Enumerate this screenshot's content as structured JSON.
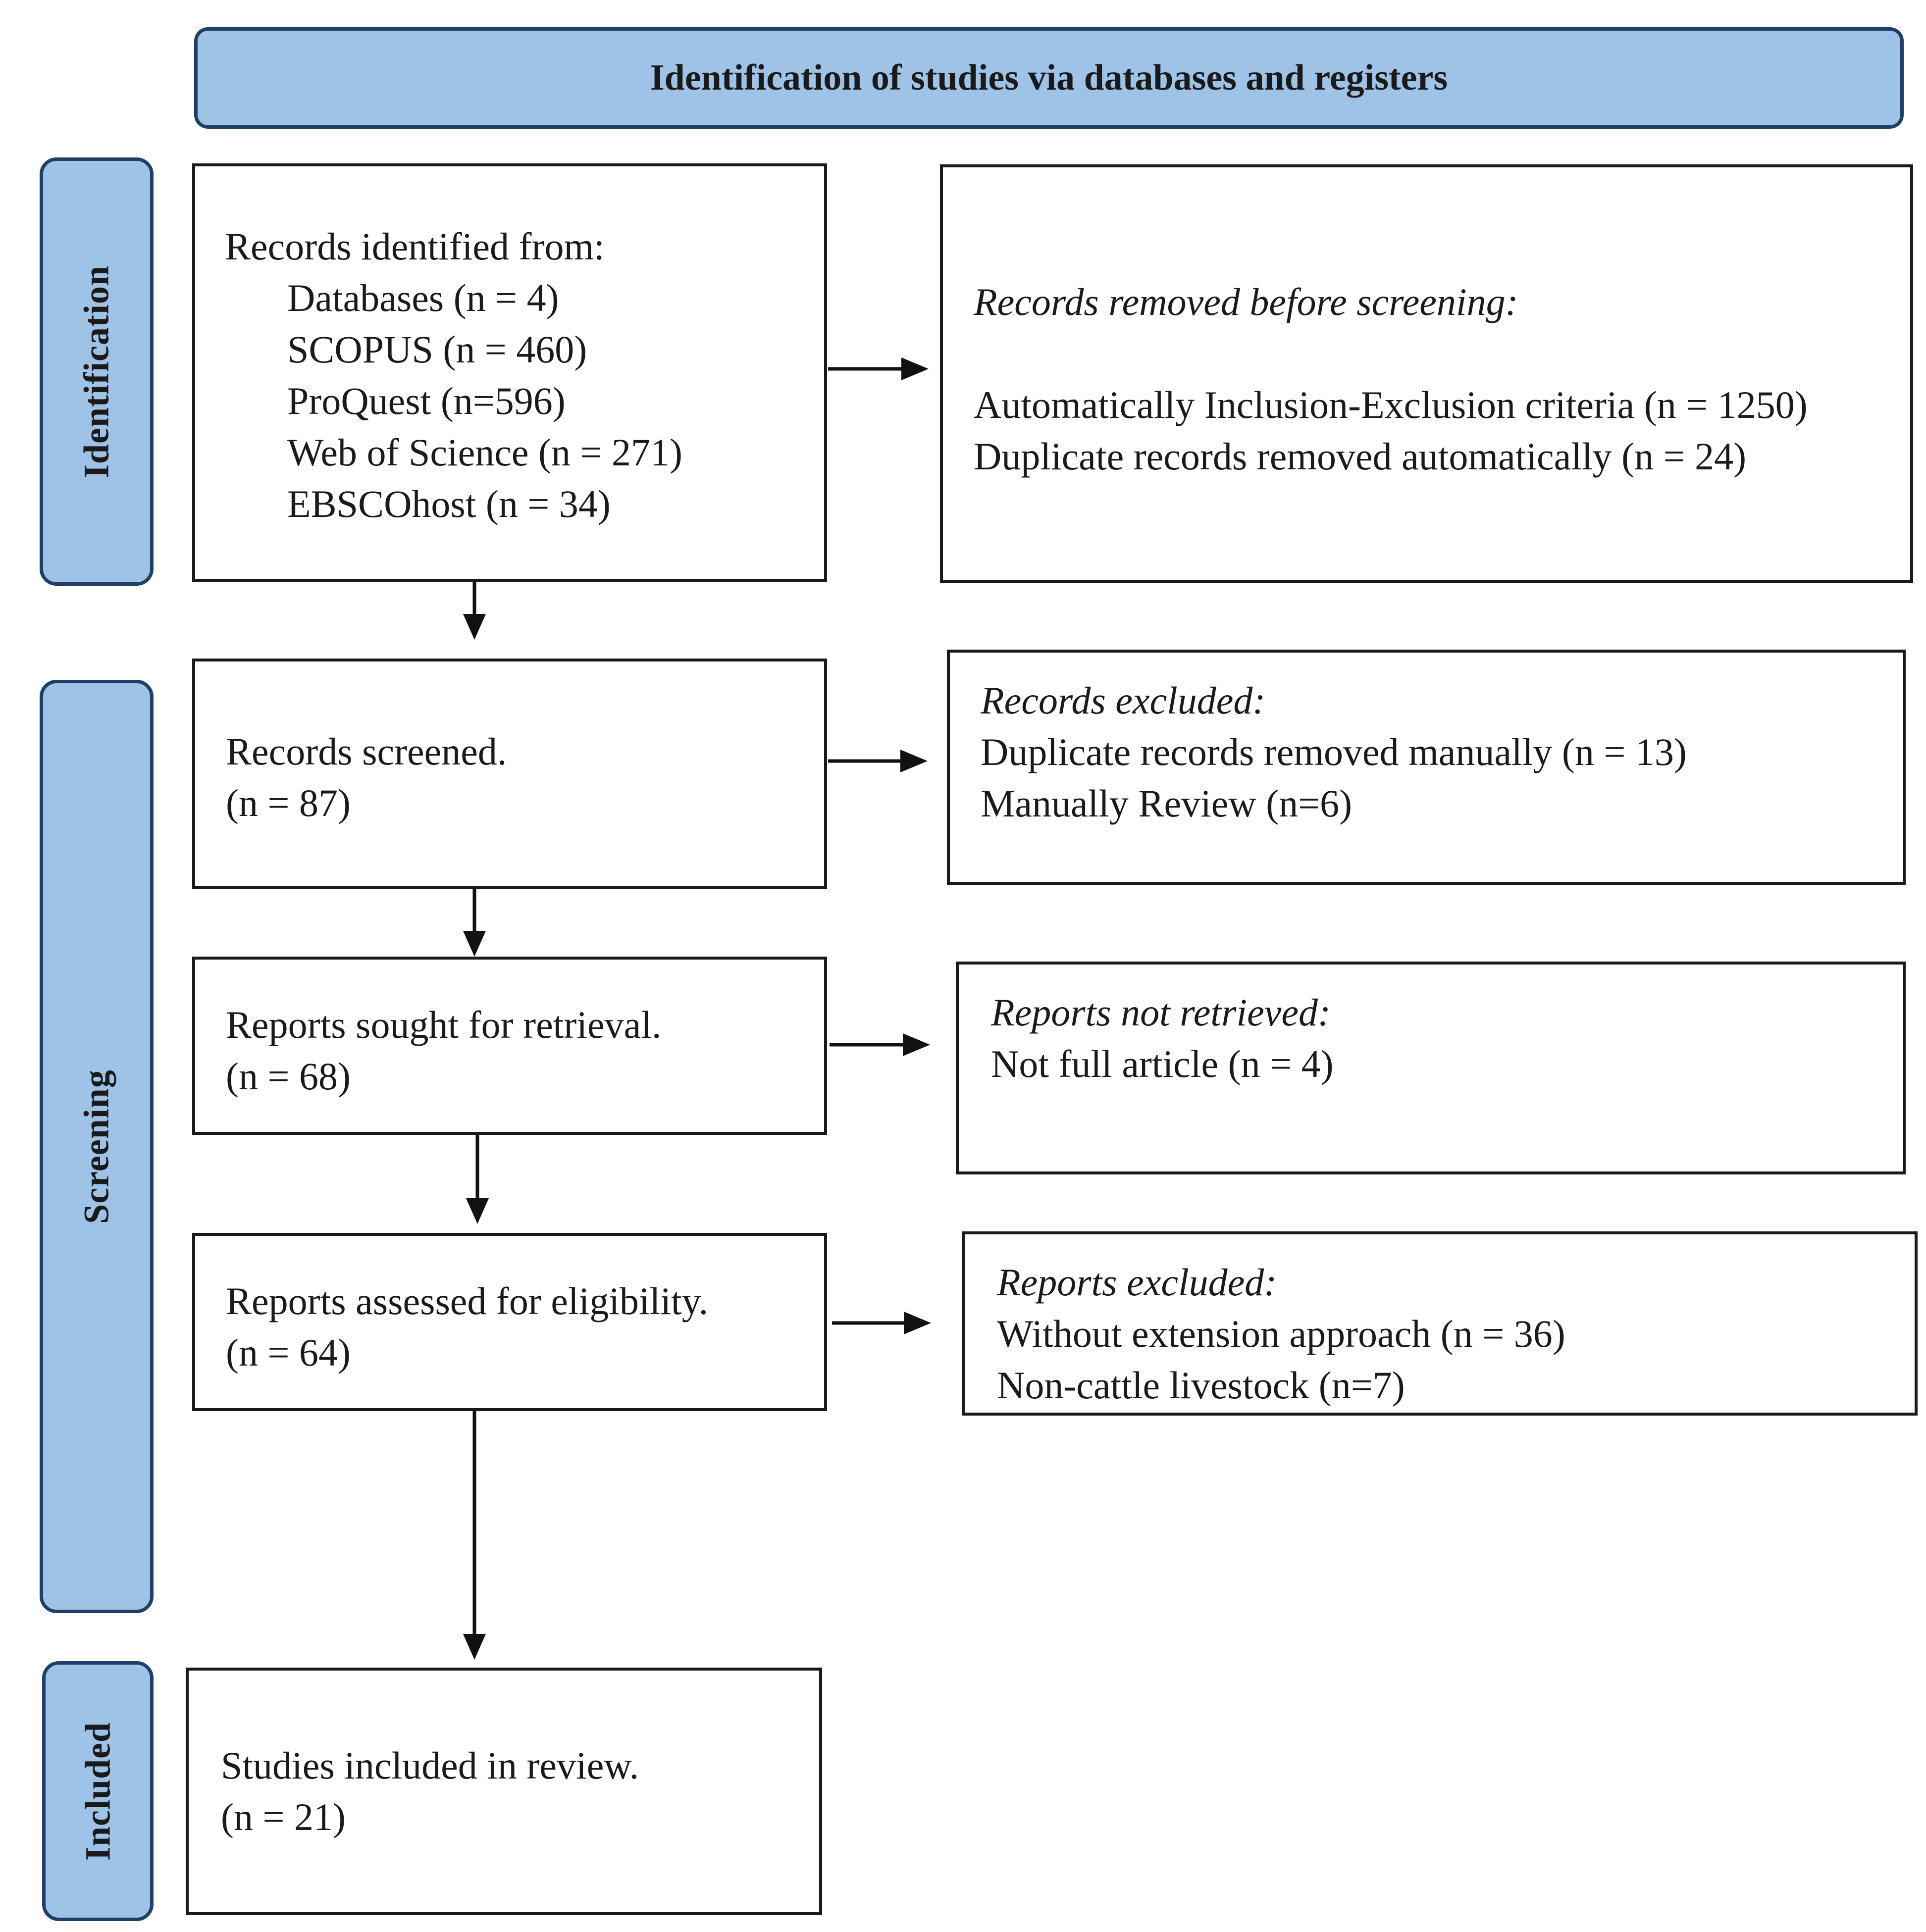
{
  "header": {
    "title": "Identification of studies via databases and registers"
  },
  "phases": {
    "identification": "Identification",
    "screening": "Screening",
    "included": "Included"
  },
  "identified": {
    "heading": "Records identified from:",
    "sources": [
      "Databases (n = 4)",
      "SCOPUS (n = 460)",
      "ProQuest (n=596)",
      "Web of Science (n = 271)",
      "EBSCOhost (n = 34)"
    ]
  },
  "removed_before": {
    "heading": "Records removed before screening:",
    "lines": [
      "Automatically Inclusion-Exclusion criteria (n = 1250)",
      "Duplicate records removed automatically (n = 24)"
    ]
  },
  "screened": {
    "label": "Records screened.",
    "count": "(n = 87)"
  },
  "excluded": {
    "heading": "Records excluded:",
    "lines": [
      "Duplicate records removed manually (n = 13)",
      "Manually Review (n=6)"
    ]
  },
  "sought": {
    "label": "Reports sought for retrieval.",
    "count": "(n = 68)"
  },
  "not_retrieved": {
    "heading": "Reports not retrieved:",
    "lines": [
      "Not full article (n = 4)"
    ]
  },
  "assessed": {
    "label": "Reports assessed for eligibility.",
    "count": "(n = 64)"
  },
  "reports_excluded": {
    "heading": "Reports excluded:",
    "lines": [
      "Without extension approach (n = 36)",
      "Non-cattle livestock (n=7)"
    ]
  },
  "included": {
    "label": "Studies included in review.",
    "count": "(n = 21)"
  }
}
